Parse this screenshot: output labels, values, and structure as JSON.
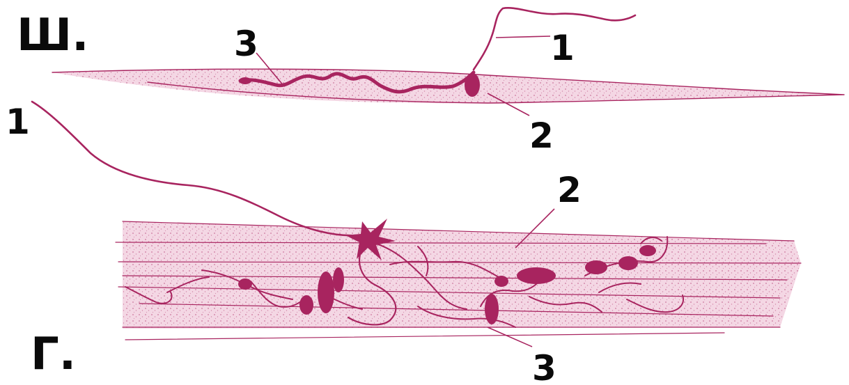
{
  "colors": {
    "stain": "#a8245f",
    "fiber_tint": "#f4d7e4",
    "label": "#0a0a0a",
    "background": "#ffffff"
  },
  "panels": {
    "top": {
      "letter": "Ш.",
      "labels": {
        "axon": "1",
        "fiber": "2",
        "ending": "3"
      }
    },
    "bottom": {
      "letter": "Г.",
      "labels": {
        "axon": "1",
        "fiber": "2",
        "ending": "3"
      }
    }
  }
}
